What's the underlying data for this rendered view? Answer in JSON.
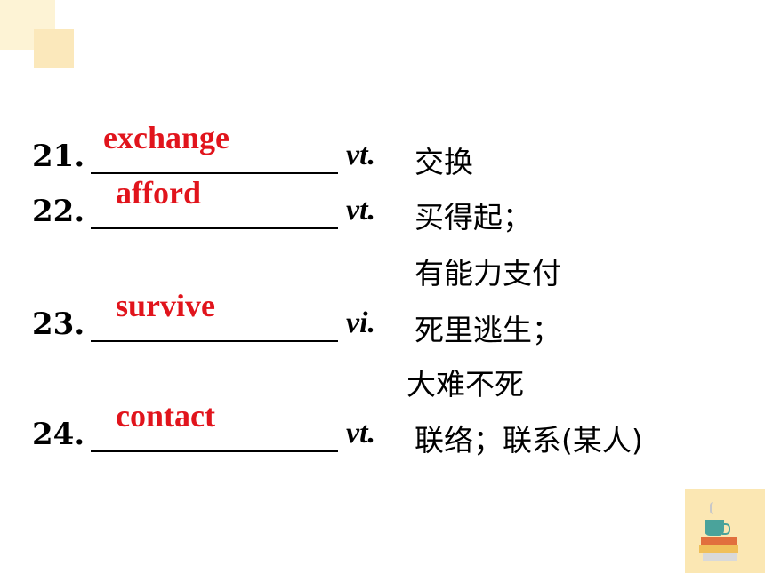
{
  "items": [
    {
      "number": "21.",
      "answer": "exchange",
      "pos": "vt",
      "meaning": "交换"
    },
    {
      "number": "22.",
      "answer": "afford",
      "pos": "vt",
      "meaning": "买得起；",
      "meaning2": "有能力支付"
    },
    {
      "number": "23.",
      "answer": "survive",
      "pos": "vi",
      "meaning": "死里逃生；",
      "meaning2": "大难不死"
    },
    {
      "number": "24.",
      "answer": "contact",
      "pos": "vt",
      "meaning": "联络；联系(某人)"
    }
  ],
  "pos_suffix": ".",
  "colors": {
    "answer": "#e1141c",
    "corner_bg": "#fbe7b3",
    "deco_light": "#fdf3d5",
    "deco_mid": "#fbe8bb"
  },
  "icons": [
    "coffee-cup-books-icon"
  ]
}
